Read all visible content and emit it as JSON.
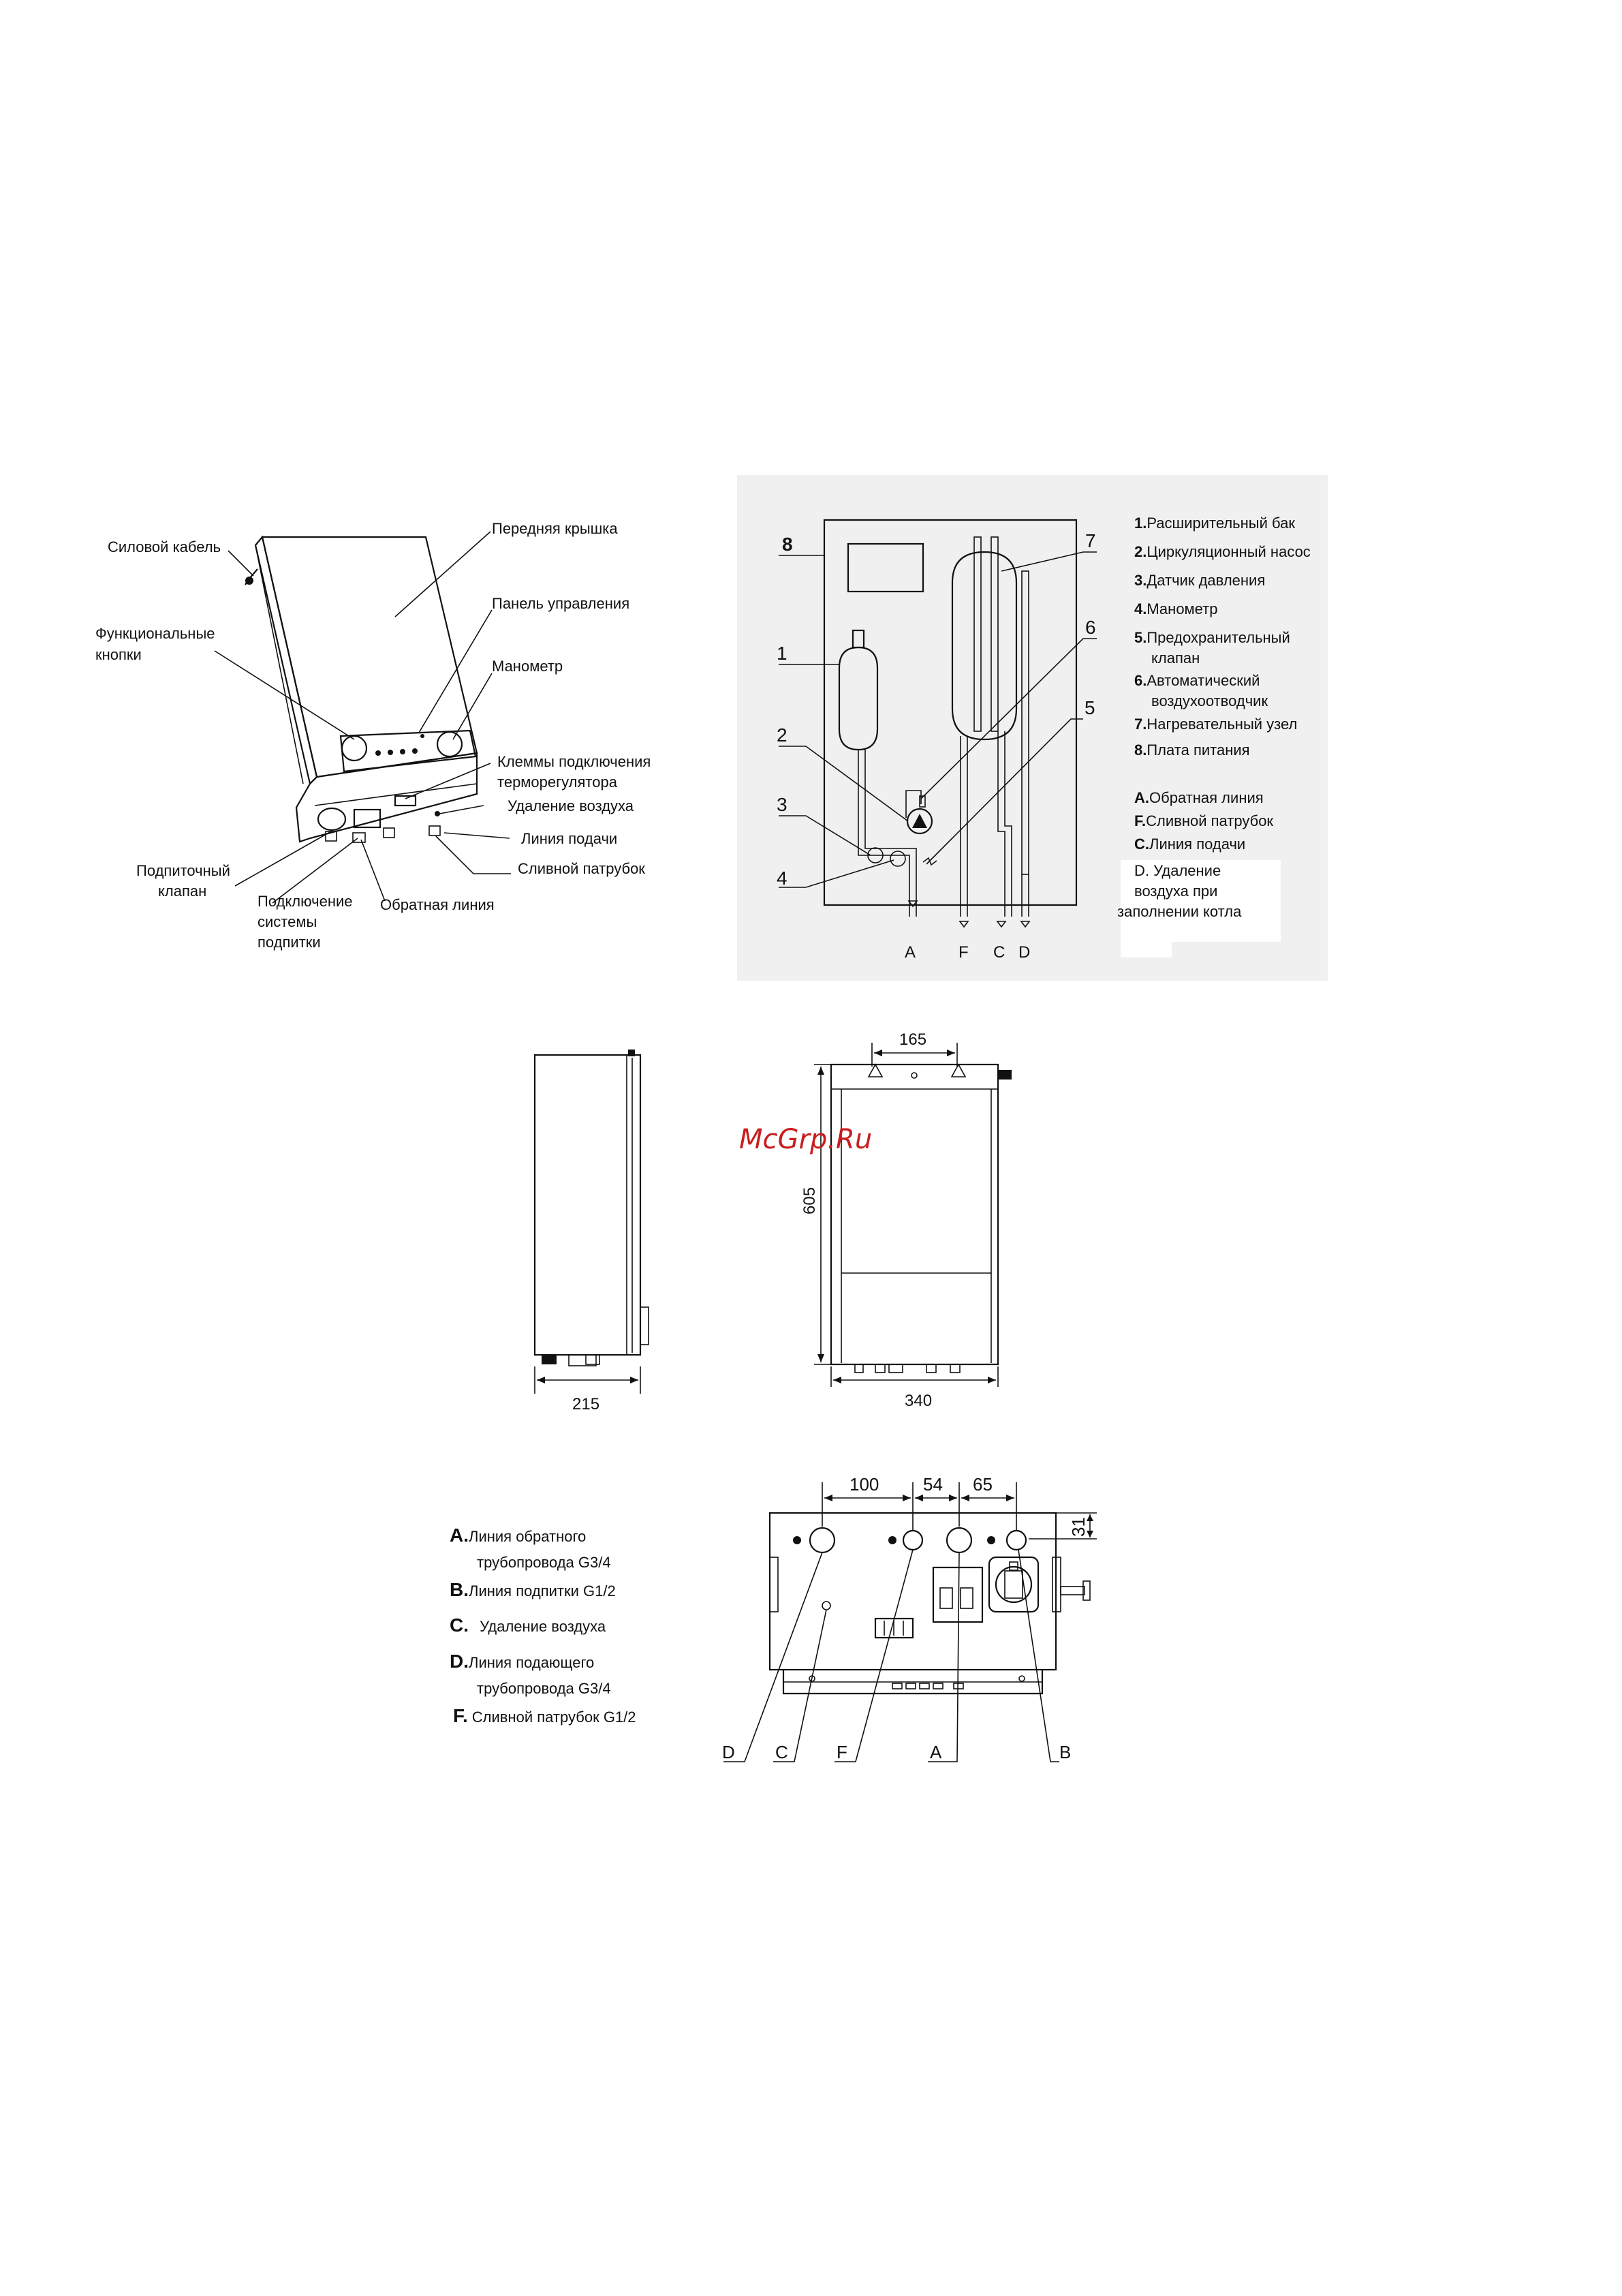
{
  "boiler_view": {
    "callouts": {
      "power_cable": "Силовой кабель",
      "front_cover": "Передняя крышка",
      "function_buttons_1": "Функциональные",
      "function_buttons_2": "кнопки",
      "control_panel": "Панель управления",
      "manometer": "Манометр",
      "thermostat_terminals_1": "Клеммы подключения",
      "thermostat_terminals_2": "терморегулятора",
      "air_release": "Удаление воздуха",
      "supply_line": "Линия подачи",
      "drain_pipe": "Сливной патрубок",
      "makeup_valve_1": "Подпиточный",
      "makeup_valve_2": "клапан",
      "makeup_conn_1": "Подключение",
      "makeup_conn_2": "системы",
      "makeup_conn_3": "подпитки",
      "return_line": "Обратная линия"
    }
  },
  "schematic": {
    "numbers": [
      "1",
      "2",
      "3",
      "4",
      "5",
      "6",
      "7",
      "8"
    ],
    "ports": [
      "A",
      "F",
      "C",
      "D"
    ],
    "legend": [
      {
        "key": "1.",
        "text": "Расширительный бак"
      },
      {
        "key": "2.",
        "text": "Циркуляционный насос"
      },
      {
        "key": "3.",
        "text": "Датчик давления"
      },
      {
        "key": "4.",
        "text": "Манометр"
      },
      {
        "key": "5.",
        "text": "Предохранительный"
      },
      {
        "key": "",
        "text": "клапан"
      },
      {
        "key": "6.",
        "text": "Автоматический"
      },
      {
        "key": "",
        "text": "воздухоотводчик"
      },
      {
        "key": "7.",
        "text": "Нагревательный узел"
      },
      {
        "key": "8.",
        "text": "Плата питания"
      }
    ],
    "lines_legend": [
      {
        "key": "A.",
        "text": "Обратная линия"
      },
      {
        "key": "F.",
        "text": "Сливной патрубок"
      },
      {
        "key": "C.",
        "text": "Линия подачи"
      }
    ],
    "note_d": [
      "D. Удаление",
      "воздуха при",
      "заполнении котла"
    ]
  },
  "dimensions": {
    "depth": "215",
    "width": "340",
    "height": "605",
    "mount_spacing": "165",
    "watermark": "McGrp.Ru"
  },
  "bottom_view": {
    "legend": [
      {
        "key": "A.",
        "text": "Линия  обратного",
        "text2": "трубопровода  G3/4"
      },
      {
        "key": "B.",
        "text": "Линия подпитки  G1/2",
        "text2": ""
      },
      {
        "key": "C.",
        "text": " Удаление воздуха",
        "text2": ""
      },
      {
        "key": "D.",
        "text": "Линия  подающего",
        "text2": "трубопровода  G3/4"
      },
      {
        "key": "F.",
        "text": "Сливной патрубок  G1/2",
        "text2": ""
      }
    ],
    "dims": [
      "100",
      "54",
      "65",
      "31"
    ],
    "ports": [
      "D",
      "C",
      "F",
      "A",
      "B"
    ]
  }
}
